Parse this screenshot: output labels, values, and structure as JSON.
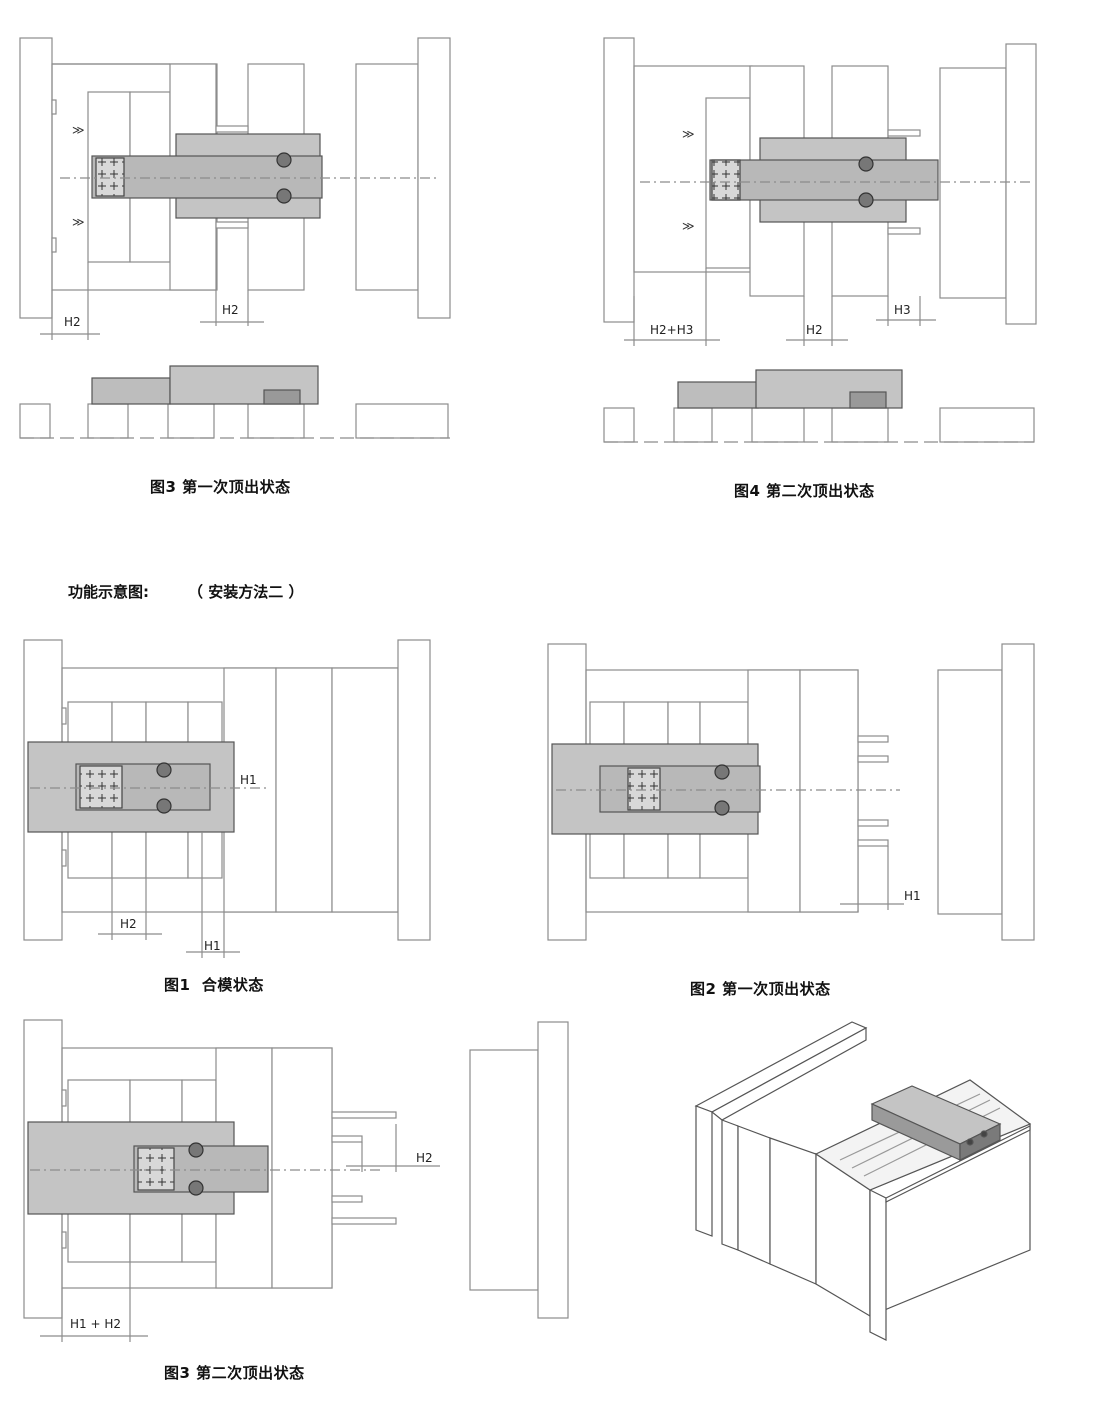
{
  "section_heading": {
    "title": "功能示意图:",
    "subtitle": "（ 安装方法二 ）"
  },
  "captions": {
    "top_fig3": "图3 第一次顶出状态",
    "top_fig4": "图4 第二次顶出状态",
    "fig1": "图1  合模状态",
    "fig2": "图2 第一次顶出状态",
    "bottom_fig3": "图3 第二次顶出状态"
  },
  "dimension_labels": {
    "h1": "H1",
    "h2": "H2",
    "h3": "H3",
    "h2_plus_h3": "H2+H3",
    "h1_plus_h2": "H1 + H2"
  },
  "colors": {
    "line": "#8c8c8c",
    "latch_fill": "#bdbdbd",
    "latch_dark": "#6e6e6e",
    "text": "#111111"
  }
}
